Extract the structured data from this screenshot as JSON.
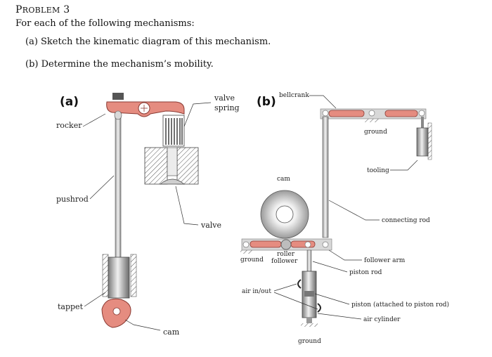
{
  "problem": {
    "heading_first": "P",
    "heading_rest": "ROBLEM",
    "number": "3",
    "instruction": "For each of the following mechanisms:",
    "parts": [
      "(a) Sketch the kinematic diagram of this mechanism.",
      "(b) Determine the mechanism’s mobility."
    ]
  },
  "figure_a": {
    "tag": "(a)",
    "labels": {
      "rocker": "rocker",
      "valve_spring_1": "valve",
      "valve_spring_2": "spring",
      "pushrod": "pushrod",
      "valve": "valve",
      "tappet": "tappet",
      "cam": "cam"
    }
  },
  "figure_b": {
    "tag": "(b)",
    "labels": {
      "bellcrank": "bellcrank",
      "ground_top": "ground",
      "tooling": "tooling",
      "cam": "cam",
      "connecting_rod": "connecting rod",
      "ground_left": "ground",
      "roller_1": "roller",
      "roller_2": "follower",
      "follower_arm": "follower arm",
      "piston_rod": "piston rod",
      "air_in_out": "air in/out",
      "piston_attached": "piston (attached to piston rod)",
      "air_cylinder": "air cylinder",
      "ground_bottom": "ground"
    }
  },
  "colors": {
    "link_pink": "#e58c80",
    "link_edge": "#8a3a33",
    "metal_light": "#e4e4e4",
    "metal_dark": "#6e6e6e"
  }
}
